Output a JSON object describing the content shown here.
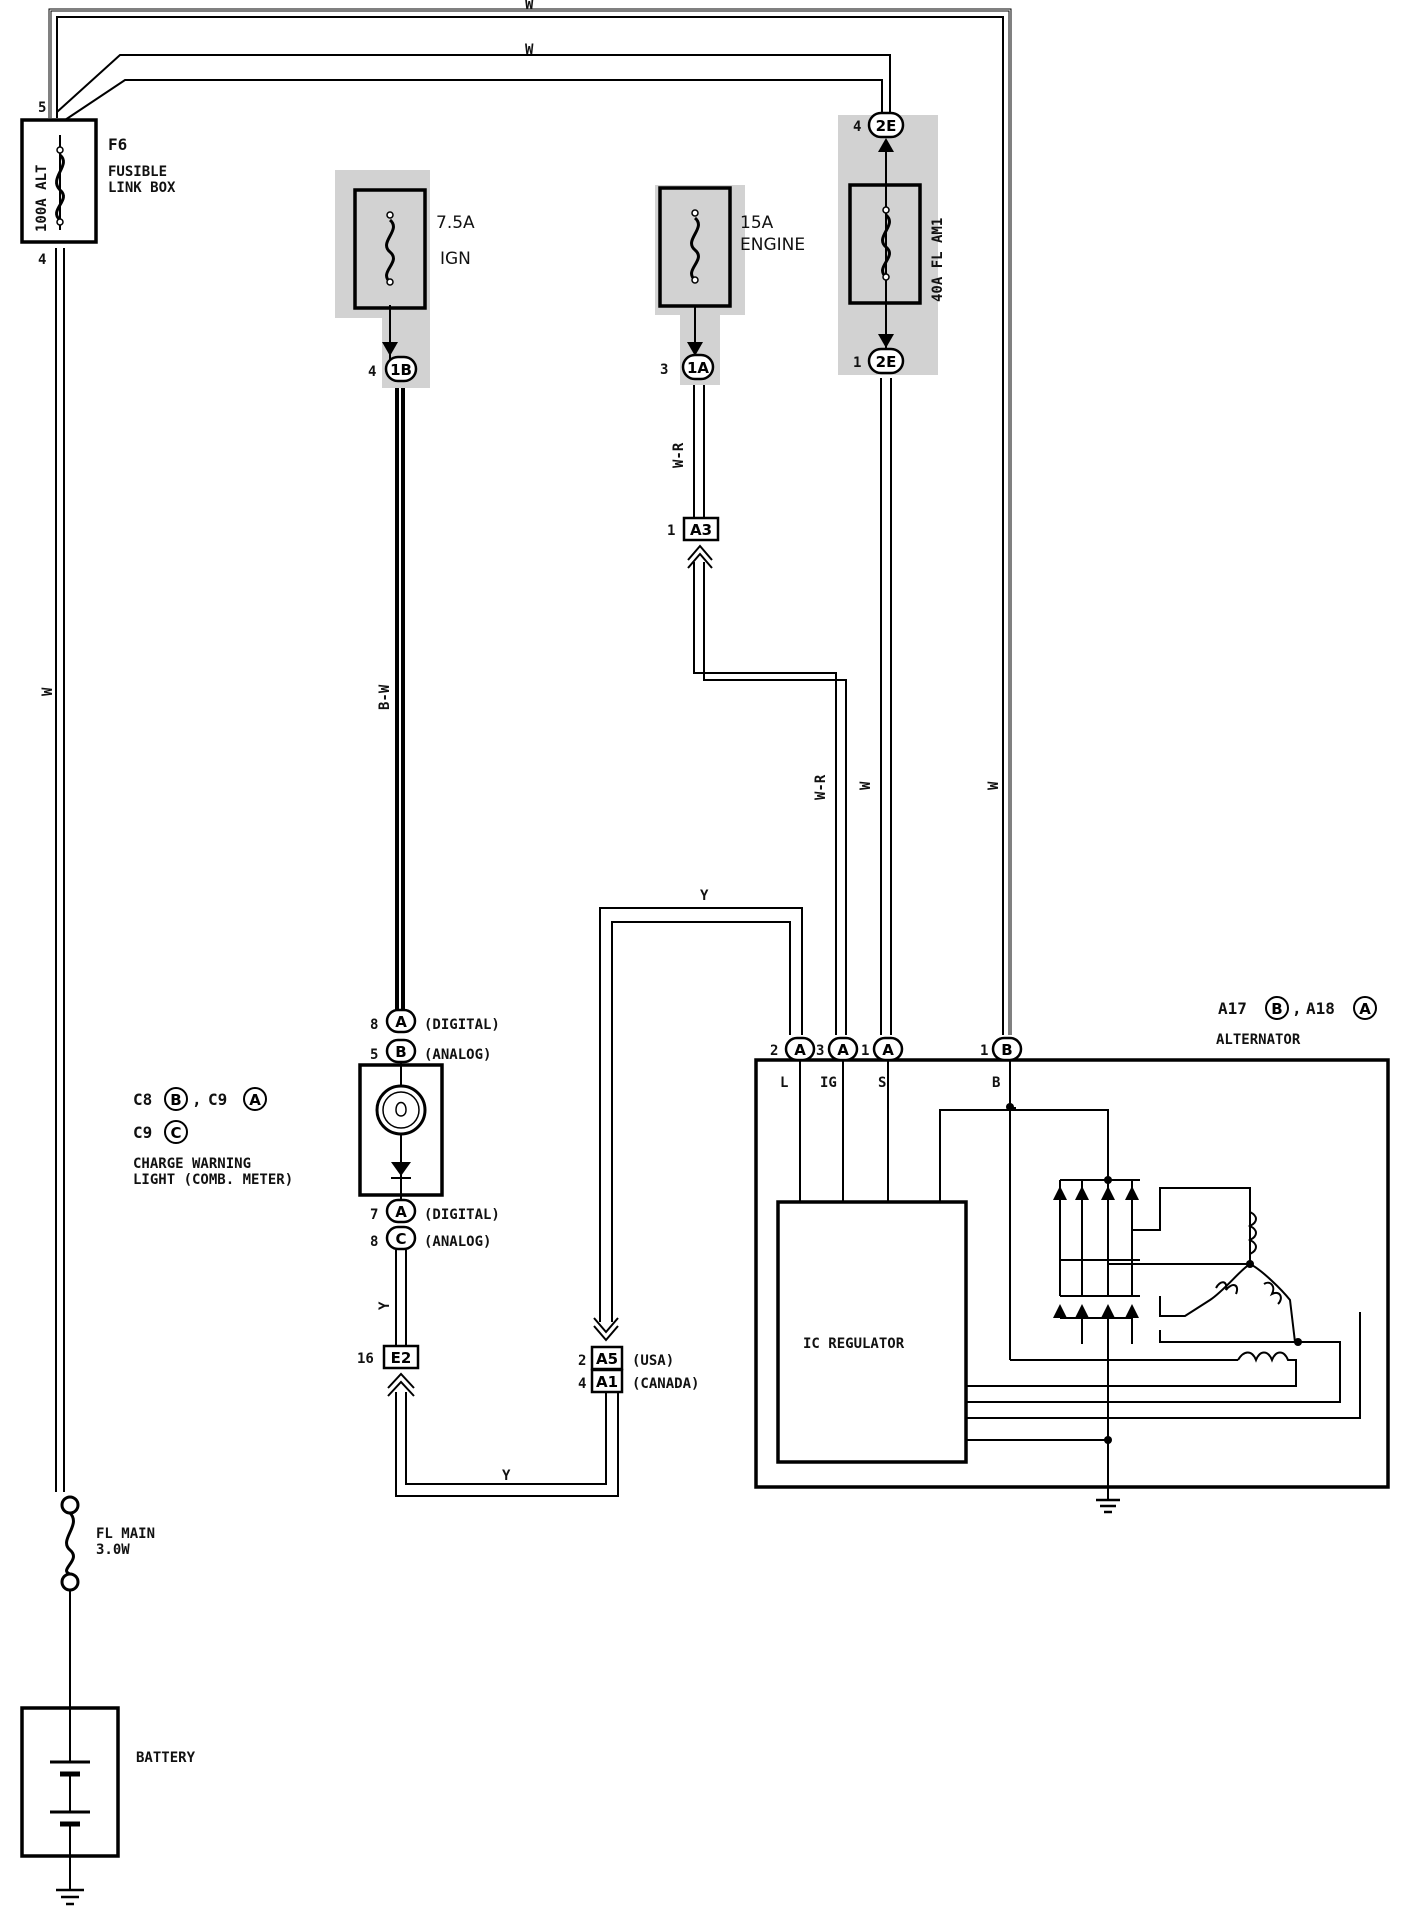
{
  "labels": {
    "w": "W",
    "wr": "W-R",
    "bw": "B-W",
    "y": "Y",
    "pin5": "5",
    "pin4": "4",
    "f6": "F6",
    "fusible1": "FUSIBLE",
    "fusible2": "LINK BOX",
    "alt100": "100A ALT",
    "ign1": "7.5A",
    "ign2": "IGN",
    "eng1": "15A",
    "eng2": "ENGINE",
    "am1": "40A FL AM1",
    "c1b_num": "4",
    "c1b": "1B",
    "c1a_num": "3",
    "c1a": "1A",
    "c2e_top_num": "4",
    "c2e_bot_num": "1",
    "c2e": "2E",
    "a3_num": "1",
    "a3": "A3",
    "digital": "(DIGITAL)",
    "analog": "(ANALOG)",
    "digital_b": "(DIGITAL)",
    "analog_b": "(ANALOG)",
    "pin8": "8",
    "pin5b": "5",
    "pin7": "7",
    "pin8b": "8",
    "cA": "A",
    "cB": "B",
    "cC": "C",
    "c8": "C8",
    "c9": "C9",
    "c9b": "C9",
    "cwl1": "CHARGE WARNING",
    "cwl2": "LIGHT (COMB. METER)",
    "e2_num": "16",
    "e2": "E2",
    "a5_num": "2",
    "a5": "A5",
    "usa": "(USA)",
    "a1_num": "4",
    "a1": "A1",
    "canada": "(CANADA)",
    "alt_pin2": "2",
    "alt_pin3": "3",
    "alt_pin1": "1",
    "alt_pin1b": "1",
    "term_l": "L",
    "term_ig": "IG",
    "term_s": "S",
    "term_b": "B",
    "a17": "A17",
    "a18": "A18",
    "alternator": "ALTERNATOR",
    "ic_regulator": "IC REGULATOR",
    "flmain1": "FL MAIN",
    "flmain2": "3.0W",
    "battery": "BATTERY"
  },
  "colors": {
    "line": "#000000",
    "shade": "#d2d2d2"
  }
}
